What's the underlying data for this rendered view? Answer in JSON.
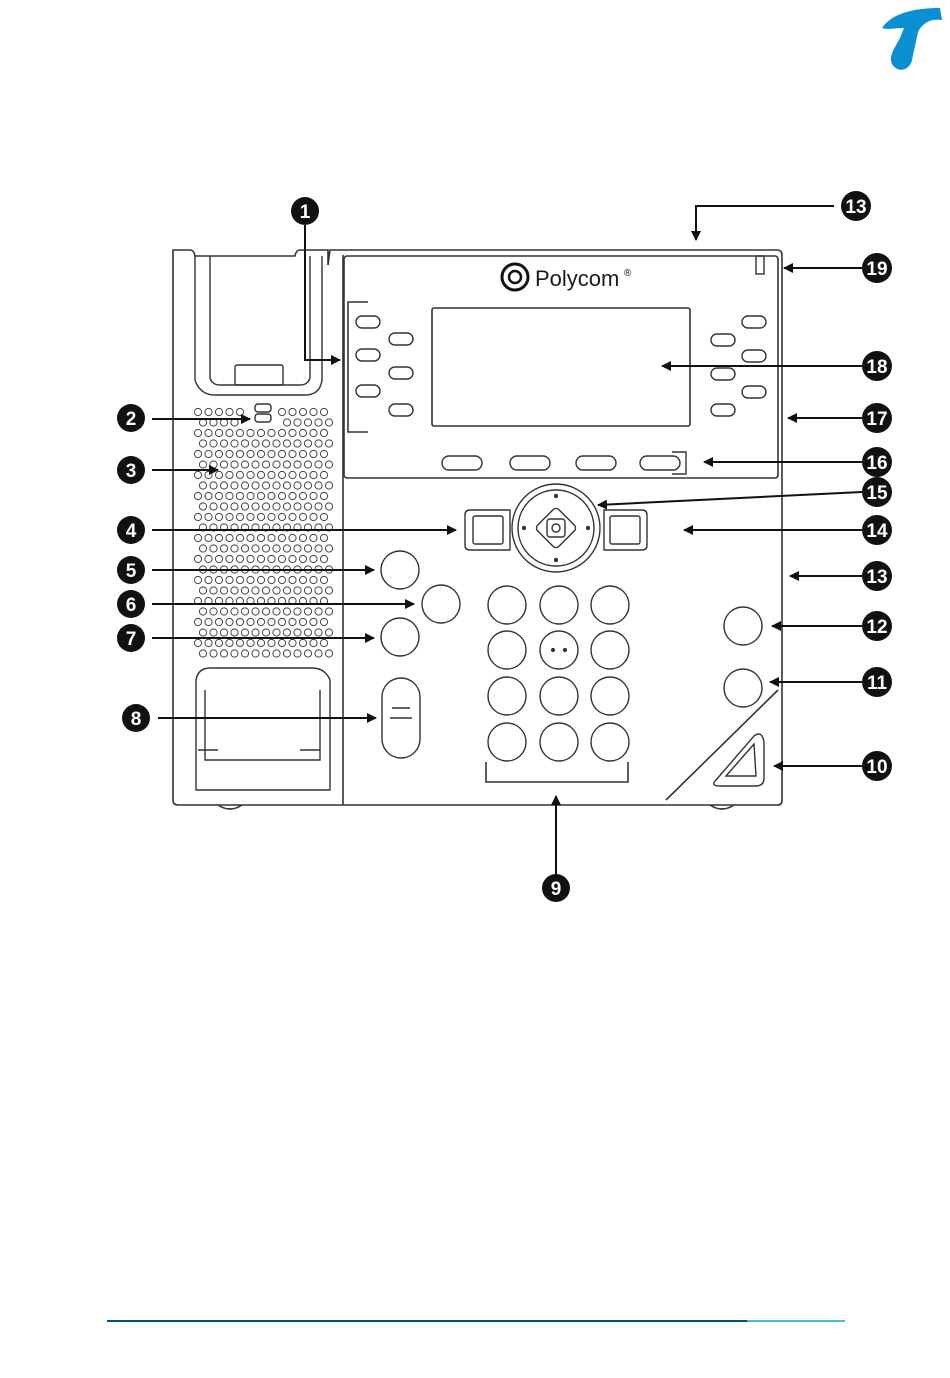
{
  "brand": {
    "name": "Polycom",
    "mark": "®"
  },
  "callouts": [
    "1",
    "2",
    "3",
    "4",
    "5",
    "6",
    "7",
    "8",
    "9",
    "10",
    "11",
    "12",
    "13",
    "13",
    "14",
    "15",
    "16",
    "17",
    "18",
    "19"
  ],
  "colors": {
    "line": "#2a2a2a",
    "callout_fill": "#111111",
    "logo_blue": "#0a8fd1",
    "footer_dark": "#0b4f7d",
    "footer_light": "#4fb6d9"
  }
}
